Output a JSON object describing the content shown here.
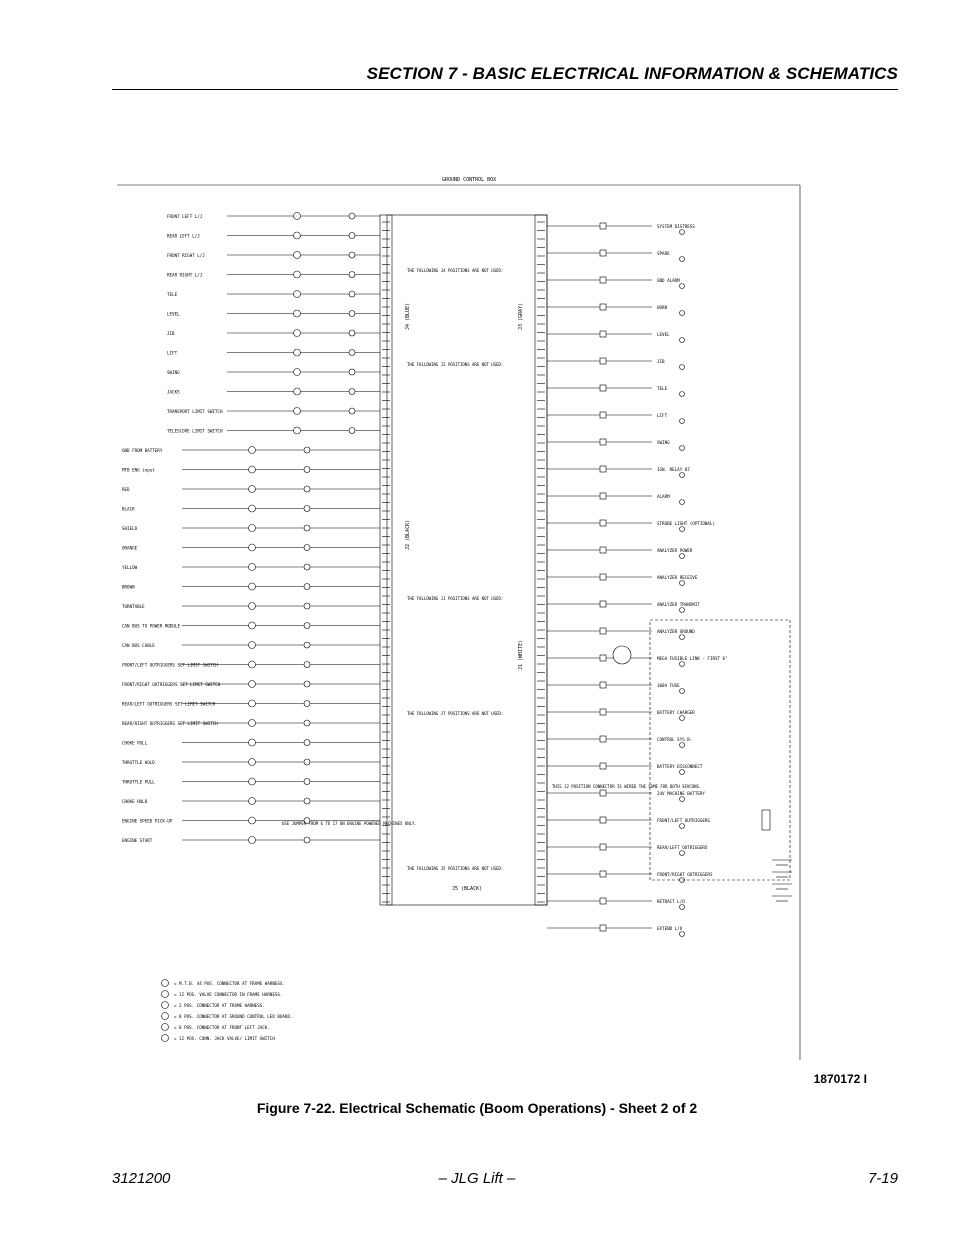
{
  "header": {
    "section_title": "SECTION 7 - BASIC ELECTRICAL INFORMATION & SCHEMATICS"
  },
  "schematic": {
    "ground_box_label": "GROUND CONTROL BOX",
    "j4_label": "J4 (BLUE)",
    "j3_label": "J3 (GRAY)",
    "j2_label": "J2 (BLACK)",
    "j1_label": "J1 (WHITE)",
    "j5_label": "J5 (BLACK)",
    "left_labels": [
      "FRONT LEFT L/J",
      "REAR LEFT L/J",
      "FRONT RIGHT L/J",
      "REAR RIGHT L/J",
      "TELE",
      "LEVEL",
      "JIB",
      "LIFT",
      "SWING",
      "JACKS",
      "TRANSPORT LIMIT SWITCH",
      "TELESCOPE LIMIT SWITCH",
      "GND FROM BATTERY",
      "MTB ENG input",
      "RED",
      "BLACK",
      "SHIELD",
      "ORANGE",
      "YELLOW",
      "BROWN",
      "TURNTABLE",
      "CAN BUS TO POWER MODULE",
      "CAN BUS CABLE",
      "FRONT/LEFT OUTRIGGERS SET LIMIT SWITCH",
      "FRONT/RIGHT OUTRIGGERS SET LIMIT SWITCH",
      "REAR/LEFT OUTRIGGERS SET LIMIT SWITCH",
      "REAR/RIGHT OUTRIGGERS SET LIMIT SWITCH",
      "CHOKE PULL",
      "THROTTLE HOLD",
      "THROTTLE PULL",
      "CHOKE HOLD",
      "ENGINE SPEED PICK-UP",
      "ENGINE START"
    ],
    "right_labels": [
      "SYSTEM DISTRESS",
      "SPARE",
      "GND ALARM",
      "HORN",
      "LEVEL",
      "JIB",
      "TELE",
      "LIFT",
      "SWING",
      "IGN. RELAY 87",
      "ALARM",
      "STROBE LIGHT (OPTIONAL)",
      "ANALYZER POWER",
      "ANALYZER RECEIVE",
      "ANALYZER TRANSMIT",
      "ANALYZER GROUND",
      "MEGA FUSIBLE LINK - FIRST 6\"",
      "300A FUSE",
      "BATTERY CHARGER",
      "CONTROL SYS B-",
      "BATTERY DISCONNECT",
      "24V MACHINE BATTERY",
      "FRONT/LEFT OUTRIGGERS",
      "REAR/LEFT OUTRIGGERS",
      "FRONT/RIGHT OUTRIGGERS",
      "RETRACT L/O",
      "EXTEND L/O"
    ],
    "notes": [
      "THE FOLLOWING J4 POSITIONS ARE NOT USED:",
      "THE FOLLOWING J2 POSITIONS ARE NOT USED:",
      "THE FOLLOWING J1 POSITIONS ARE NOT USED:",
      "THE FOLLOWING J7 POSITIONS ARE NOT USED:",
      "THE FOLLOWING J5 POSITIONS ARE NOT USED:",
      "USE JUMPER FROM 6 TO 17 ON ENGINE POWERED MACHINES ONLY.",
      "THIS 12 POSITION CONNECTOR IS WIRED THE SAME FOR BOTH SEVCONS."
    ],
    "legend": [
      "= M.T.B. 44 POS. CONNECTOR AT FRAME HARNESS.",
      "= 12 POS. VALVE CONNECTOR IN FRAME HARNESS.",
      "= 2 POS. CONNECTOR AT FRAME HARNESS.",
      "= 8 POS. CONNECTOR AT GROUND CONTROL LED BOARD.",
      "= 8 POS. CONNECTOR AT FRONT LEFT JACK.",
      "= 12 POS. CONN. JACK VALVE/ LIMIT SWITCH"
    ]
  },
  "drawing_number": "1870172 I",
  "caption": "Figure 7-22.  Electrical Schematic (Boom Operations) - Sheet 2 of 2",
  "footer": {
    "left": "3121200",
    "center": "– JLG Lift –",
    "right": "7-19"
  }
}
